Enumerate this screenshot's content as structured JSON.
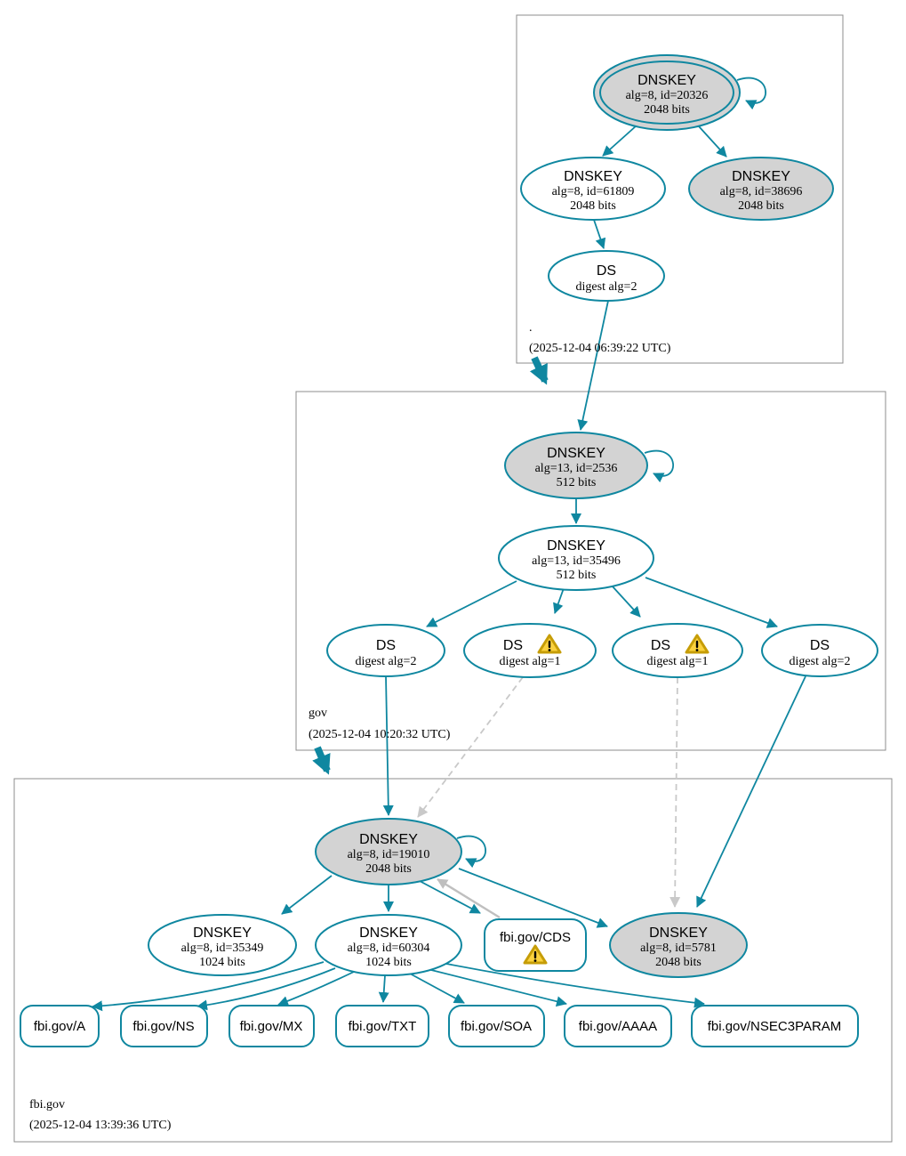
{
  "colors": {
    "secure_teal": "#0f87a0",
    "ksk_fill_gray": "#d3d3d3",
    "node_fill_white": "#ffffff",
    "insecure_edge_gray": "#c9c9c9",
    "cds_edge_silver": "#bfbfbf",
    "zone_box_border": "#8c8c8c",
    "warning_fill": "#fbd23e",
    "warning_border": "#c69d07"
  },
  "zones": {
    "root": {
      "name": ".",
      "timestamp": "(2025-12-04 06:39:22 UTC)"
    },
    "gov": {
      "name": "gov",
      "timestamp": "(2025-12-04 10:20:32 UTC)"
    },
    "fbi": {
      "name": "fbi.gov",
      "timestamp": "(2025-12-04 13:39:36 UTC)"
    }
  },
  "nodes": {
    "root_ksk": {
      "title": "DNSKEY",
      "detail1": "alg=8, id=20326",
      "detail2": "2048 bits"
    },
    "root_zsk": {
      "title": "DNSKEY",
      "detail1": "alg=8, id=61809",
      "detail2": "2048 bits"
    },
    "root_key38696": {
      "title": "DNSKEY",
      "detail1": "alg=8, id=38696",
      "detail2": "2048 bits"
    },
    "root_ds": {
      "title": "DS",
      "detail1": "digest alg=2"
    },
    "gov_ksk": {
      "title": "DNSKEY",
      "detail1": "alg=13, id=2536",
      "detail2": "512 bits"
    },
    "gov_zsk": {
      "title": "DNSKEY",
      "detail1": "alg=13, id=35496",
      "detail2": "512 bits"
    },
    "gov_ds1": {
      "title": "DS",
      "detail1": "digest alg=2",
      "warning": false
    },
    "gov_ds2": {
      "title": "DS",
      "detail1": "digest alg=1",
      "warning": true
    },
    "gov_ds3": {
      "title": "DS",
      "detail1": "digest alg=1",
      "warning": true
    },
    "gov_ds4": {
      "title": "DS",
      "detail1": "digest alg=2",
      "warning": false
    },
    "fbi_ksk": {
      "title": "DNSKEY",
      "detail1": "alg=8, id=19010",
      "detail2": "2048 bits"
    },
    "fbi_key35349": {
      "title": "DNSKEY",
      "detail1": "alg=8, id=35349",
      "detail2": "1024 bits"
    },
    "fbi_zsk": {
      "title": "DNSKEY",
      "detail1": "alg=8, id=60304",
      "detail2": "1024 bits"
    },
    "fbi_cds": {
      "label": "fbi.gov/CDS",
      "warning": true
    },
    "fbi_key5781": {
      "title": "DNSKEY",
      "detail1": "alg=8, id=5781",
      "detail2": "2048 bits"
    }
  },
  "rrsets": [
    {
      "label": "fbi.gov/A"
    },
    {
      "label": "fbi.gov/NS"
    },
    {
      "label": "fbi.gov/MX"
    },
    {
      "label": "fbi.gov/TXT"
    },
    {
      "label": "fbi.gov/SOA"
    },
    {
      "label": "fbi.gov/AAAA"
    },
    {
      "label": "fbi.gov/NSEC3PARAM"
    }
  ]
}
